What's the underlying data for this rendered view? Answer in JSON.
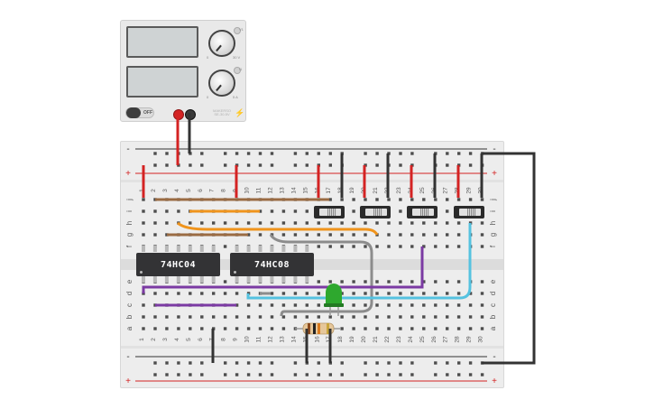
{
  "power_supply": {
    "switch_label": "OFF",
    "voltage_knob": {
      "min_label": "0",
      "max_label": "30 V",
      "caption": "V1"
    },
    "current_knob": {
      "min_label": "0",
      "max_label": "5 A",
      "caption": "I1"
    },
    "brand_line1": "MAKERSO",
    "brand_line2": "SE-30-5V",
    "positive_color": "#d42323",
    "negative_color": "#333333"
  },
  "chips": [
    {
      "id": "74hc04",
      "label": "74HC04"
    },
    {
      "id": "74hc08",
      "label": "74HC08"
    }
  ],
  "rail_labels": {
    "top": [
      "-",
      "+"
    ],
    "bottom": [
      "-",
      "+"
    ]
  },
  "row_labels": {
    "upper": [
      "j",
      "i",
      "h",
      "g",
      "f"
    ],
    "lower": [
      "e",
      "d",
      "c",
      "b",
      "a"
    ]
  },
  "column_labels": [
    "1",
    "2",
    "3",
    "4",
    "5",
    "6",
    "7",
    "8",
    "9",
    "10",
    "11",
    "12",
    "13",
    "14",
    "15",
    "16",
    "17",
    "18",
    "19",
    "20",
    "21",
    "22",
    "23",
    "24",
    "25",
    "26",
    "27",
    "28",
    "29",
    "30"
  ],
  "led": {
    "color": "#2ea82e"
  },
  "wire_colors": {
    "red": "#d42323",
    "black": "#333333",
    "brown": "#9a6b43",
    "orange": "#f0941c",
    "purple": "#7b3aa3",
    "cyan": "#55c2e0",
    "gray": "#8c8c8c"
  }
}
